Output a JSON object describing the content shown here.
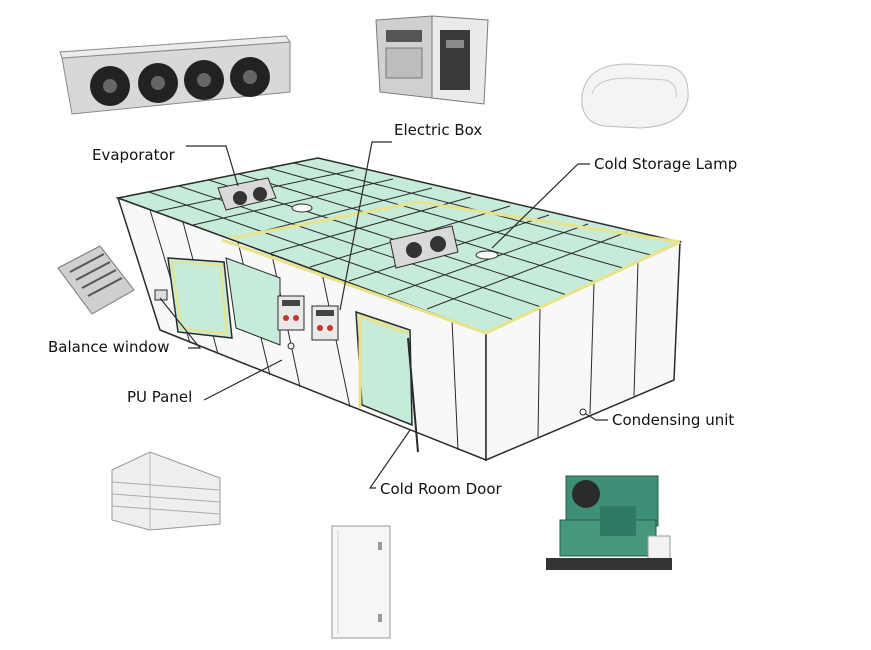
{
  "labels": {
    "evaporator": "Evaporator",
    "electric_box": "Electric Box",
    "cold_storage_lamp": "Cold Storage Lamp",
    "balance_window": "Balance window",
    "pu_panel": "PU Panel",
    "condensing_unit": "Condensing unit",
    "cold_room_door": "Cold Room Door"
  },
  "colors": {
    "glass": "#c6ecd9",
    "frame": "#2a2a2a",
    "wall": "#f8f8f8",
    "accent_yellow": "#e8e28a",
    "unit_green": "#3f8f78"
  }
}
